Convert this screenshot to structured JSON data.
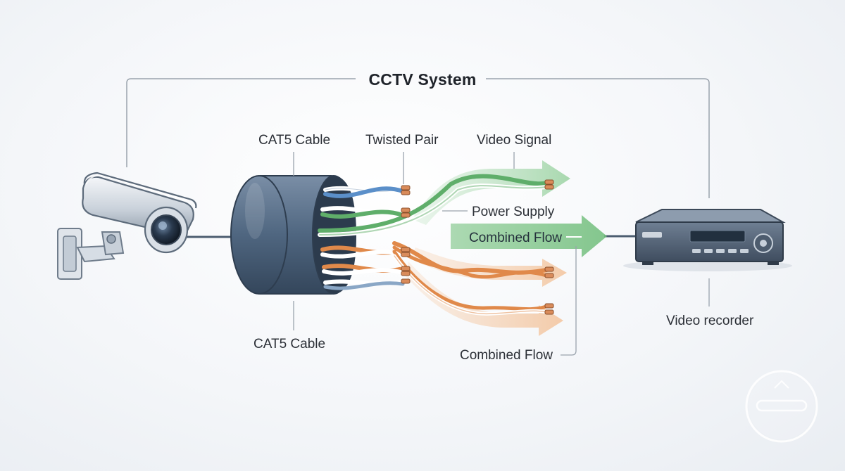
{
  "title": "CCTV System",
  "labels": {
    "cat5_cable_top": "CAT5 Cable",
    "twisted_pair": "Twisted Pair",
    "video_signal": "Video Signal",
    "power_supply": "Power Supply",
    "combined_flow_main": "Combined Flow",
    "combined_flow_bottom": "Combined Flow",
    "cat5_cable_bottom": "CAT5 Cable",
    "video_recorder": "Video recorder"
  },
  "colors": {
    "green_pair": "#5fae6a",
    "orange_pair": "#e0894a",
    "blue_pair": "#5b8fc9",
    "cable_body": "#4c617a",
    "leader_line": "#9aa3ad"
  },
  "icons": [
    "cctv-camera-icon",
    "video-recorder-icon",
    "watermark-logo-icon"
  ]
}
